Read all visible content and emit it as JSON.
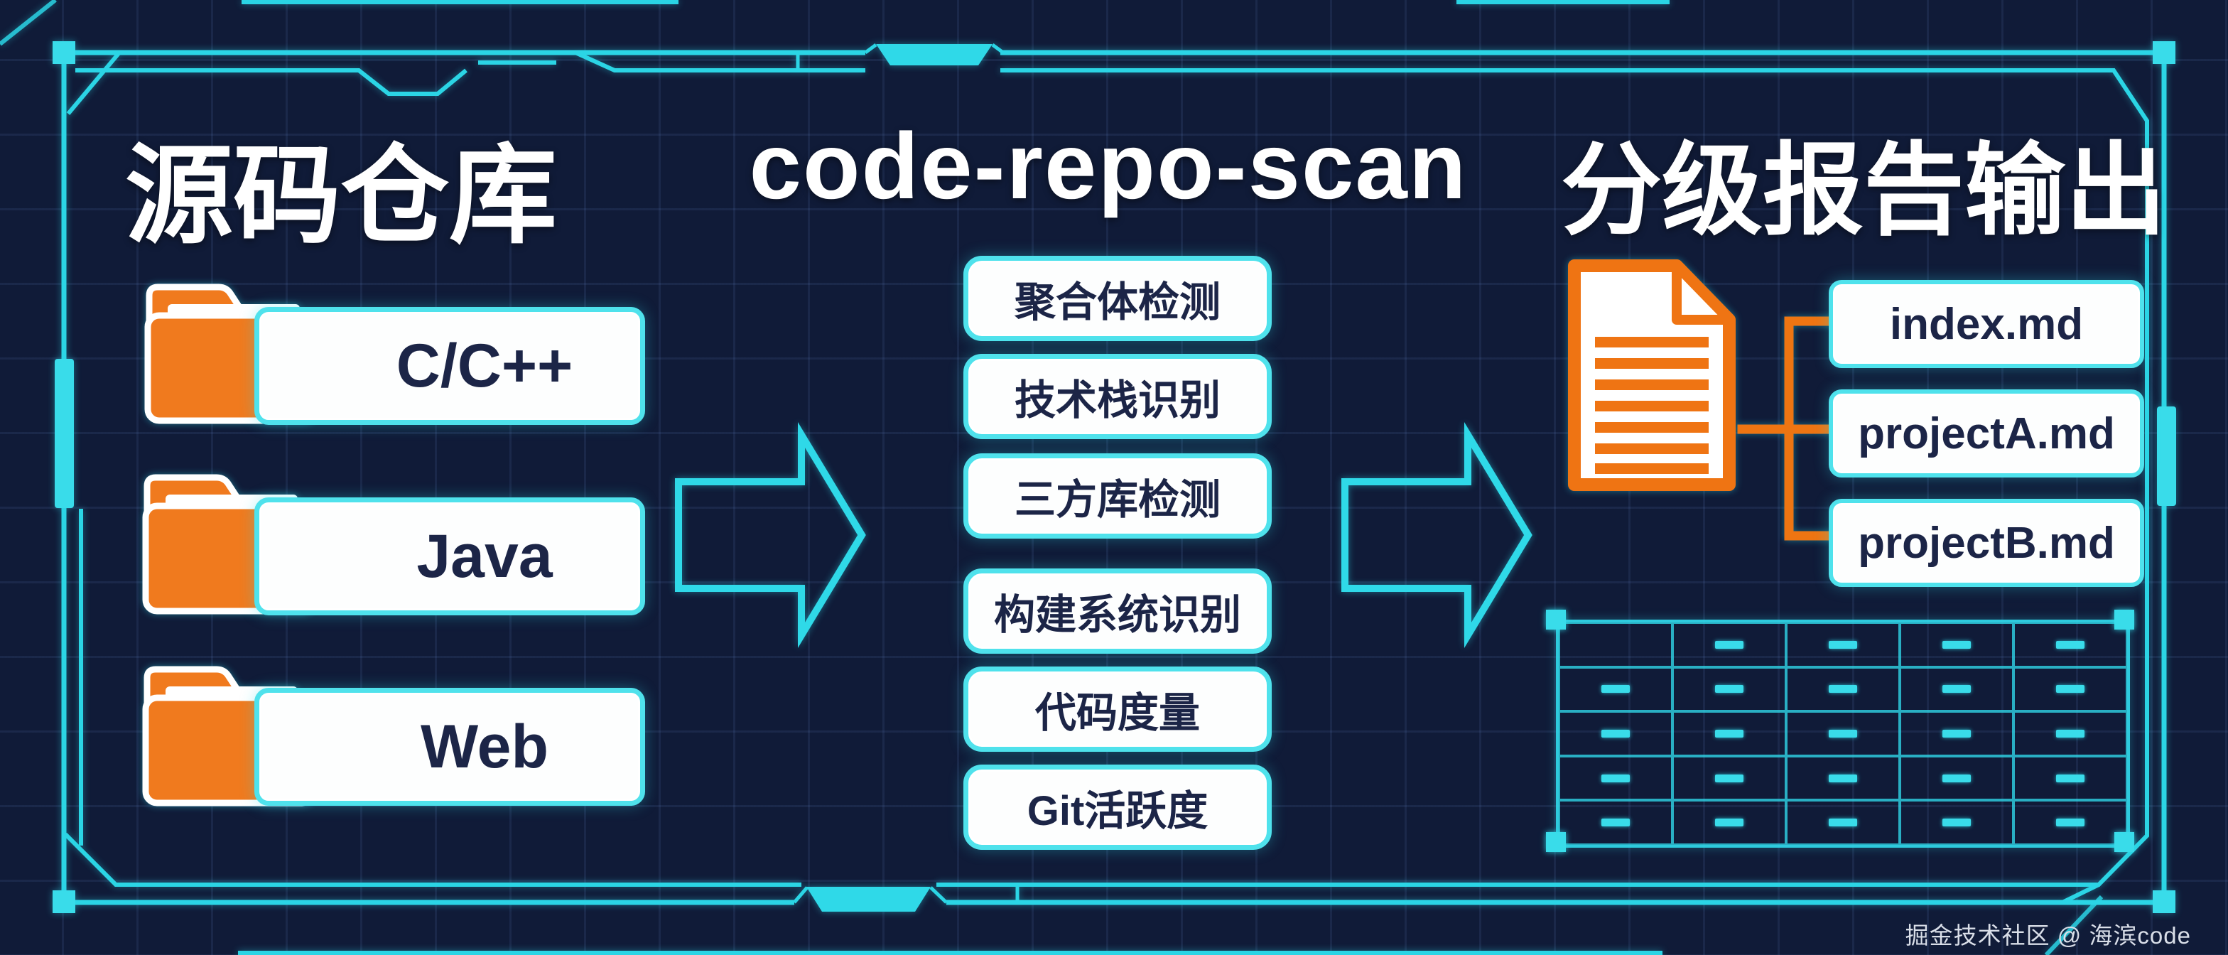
{
  "canvas": {
    "background_color": "#101b38",
    "grid_line_color": "#1f2c50",
    "accent_cyan": "#2ed8e8",
    "accent_orange": "#ee7815",
    "box_text_color": "#1c2547"
  },
  "source": {
    "title": "源码仓库",
    "folders": [
      {
        "label": "C/C++"
      },
      {
        "label": "Java"
      },
      {
        "label": "Web"
      }
    ]
  },
  "scanner": {
    "title": "code-repo-scan",
    "steps": [
      "聚合体检测",
      "技术栈识别",
      "三方库检测",
      "构建系统识别",
      "代码度量",
      "Git活跃度"
    ]
  },
  "report": {
    "title": "分级报告输出",
    "files": [
      "index.md",
      "projectA.md",
      "projectB.md"
    ],
    "table": {
      "rows": 5,
      "cols": 5
    }
  },
  "watermark": "掘金技术社区 @ 海滨code"
}
